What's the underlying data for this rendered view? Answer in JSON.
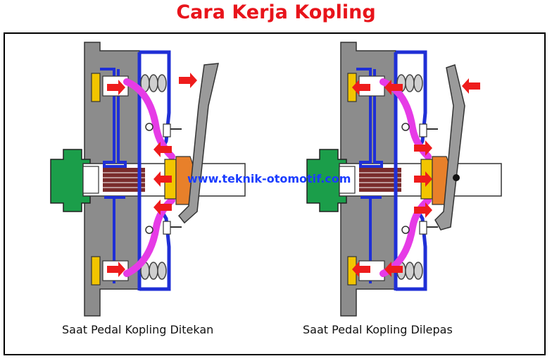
{
  "title": "Cara Kerja Kopling",
  "watermark": "www.teknik-otomotif.com",
  "captions": {
    "pressed": "Saat Pedal Kopling Ditekan",
    "released": "Saat Pedal Kopling Dilepas"
  },
  "colors": {
    "title": "#e8141b",
    "flywheel": "#8c8c8c",
    "cover": "#1f2fd6",
    "hub": "#1b9e4a",
    "lever": "#e63be6",
    "bearing": "#f2c500",
    "sleeve": "#e8802a",
    "arrow": "#ee1c1c",
    "pedal": "#9a9a9a"
  }
}
